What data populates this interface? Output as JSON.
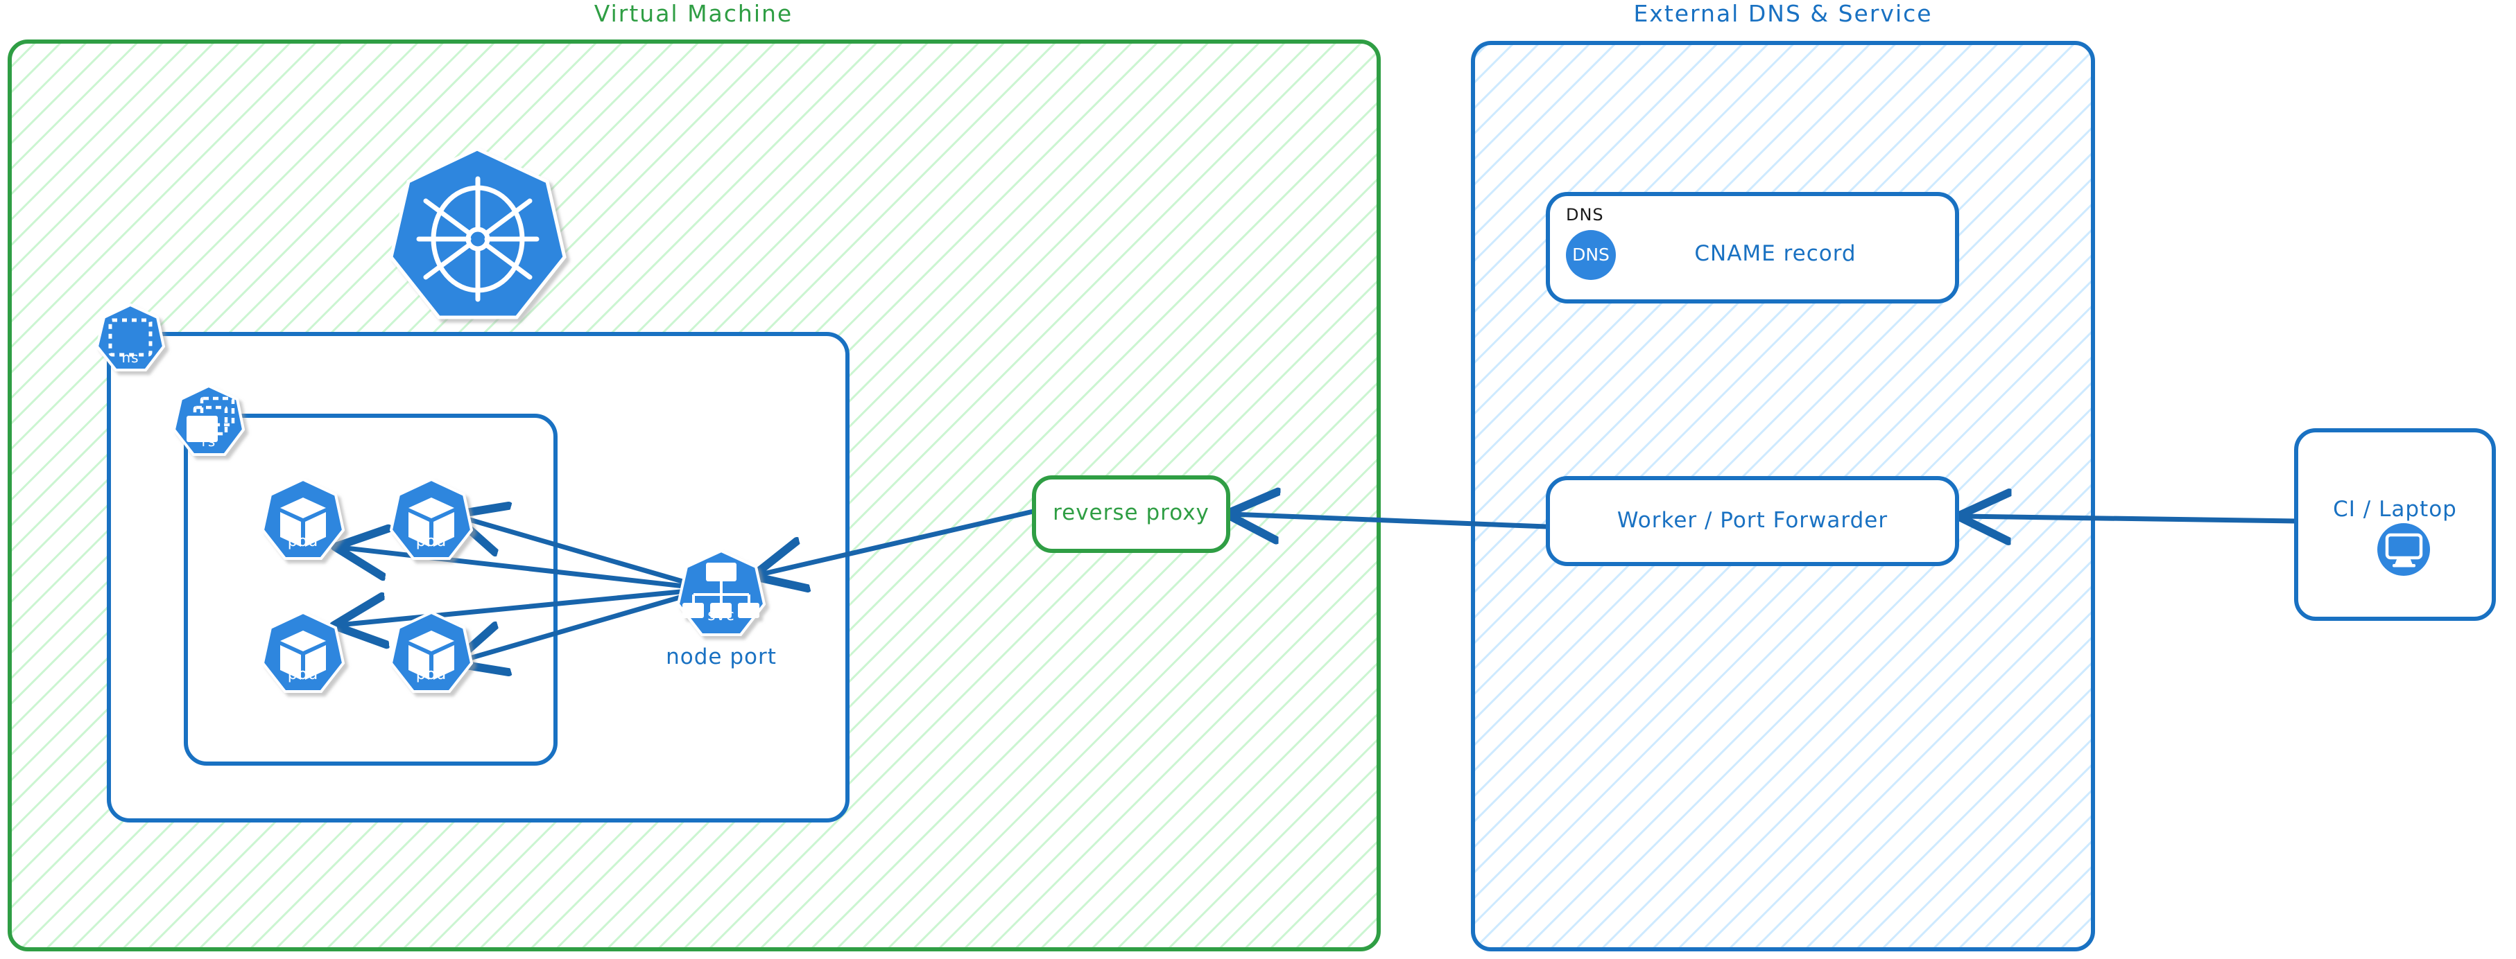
{
  "diagram": {
    "title_vm": "Virtual Machine",
    "title_dns": "External DNS & Service",
    "colors": {
      "green": "#2f9e44",
      "green_hatch": "#8ce99a",
      "blue": "#1971c2",
      "blue_hatch": "#a5d8ff",
      "k8s_blue": "#2f86de",
      "white": "#ffffff",
      "black": "#1a1a1a"
    }
  },
  "zones": [
    {
      "id": "virtual-machine",
      "label": "Virtual Machine",
      "accent": "#2f9e44",
      "hatch": "#8ce99a"
    },
    {
      "id": "external-dns-service",
      "label": "External DNS & Service",
      "accent": "#1971c2",
      "hatch": "#a5d8ff"
    }
  ],
  "vm": {
    "k8s_logo": {
      "name": "kubernetes-logo",
      "alt": "Kubernetes helm wheel"
    },
    "namespace": {
      "badge_label": "ns",
      "badge_icon": "namespace-dashed-square-icon"
    },
    "replicaset": {
      "badge_label": "rs",
      "badge_icon": "replicaset-stacked-icon"
    },
    "pods": [
      {
        "label": "pod",
        "icon": "pod-cube-icon"
      },
      {
        "label": "pod",
        "icon": "pod-cube-icon"
      },
      {
        "label": "pod",
        "icon": "pod-cube-icon"
      },
      {
        "label": "pod",
        "icon": "pod-cube-icon"
      }
    ],
    "service": {
      "badge_label": "svc",
      "badge_icon": "service-tree-icon",
      "caption": "node port"
    },
    "reverse_proxy": {
      "label": "reverse proxy"
    }
  },
  "external": {
    "dns_card": {
      "group_label": "DNS",
      "icon_label": "DNS",
      "icon_name": "dns-circle-icon",
      "title": "CNAME record"
    },
    "worker_card": {
      "title": "Worker / Port Forwarder"
    }
  },
  "client": {
    "card": {
      "title": "CI / Laptop",
      "icon_name": "desktop-monitor-circle-icon"
    }
  },
  "connections": [
    {
      "from": "service",
      "to": "pod-1",
      "style": "arrow"
    },
    {
      "from": "service",
      "to": "pod-2",
      "style": "arrow"
    },
    {
      "from": "service",
      "to": "pod-3",
      "style": "arrow"
    },
    {
      "from": "service",
      "to": "pod-4",
      "style": "arrow"
    },
    {
      "from": "reverse-proxy",
      "to": "service",
      "style": "arrow"
    },
    {
      "from": "worker-port-forwarder",
      "to": "reverse-proxy",
      "style": "arrow"
    },
    {
      "from": "ci-laptop",
      "to": "worker-port-forwarder",
      "style": "arrow"
    }
  ]
}
